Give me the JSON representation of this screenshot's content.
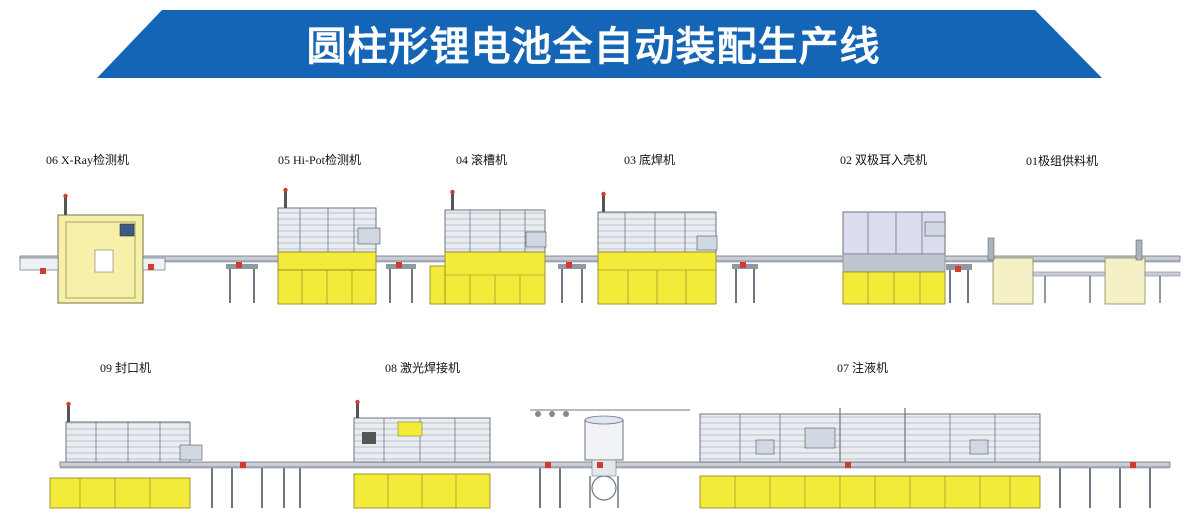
{
  "title": "圆柱形锂电池全自动装配生产线",
  "colors": {
    "banner": "#1565b7",
    "machine_yellow": "#f4ea3a",
    "frame": "#7f8a99",
    "glass": "#dfe6ef",
    "accent_red": "#d23b2f"
  },
  "stations": [
    {
      "id": "s06",
      "label": "06  X-Ray检测机"
    },
    {
      "id": "s05",
      "label": "05  Hi-Pot检测机"
    },
    {
      "id": "s04",
      "label": "04  滚槽机"
    },
    {
      "id": "s03",
      "label": "03  底焊机"
    },
    {
      "id": "s02",
      "label": "02   双极耳入壳机"
    },
    {
      "id": "s01",
      "label": "01极组供料机"
    },
    {
      "id": "s09",
      "label": "09  封口机"
    },
    {
      "id": "s08",
      "label": "08  激光焊接机"
    },
    {
      "id": "s07",
      "label": "07  注液机"
    }
  ]
}
